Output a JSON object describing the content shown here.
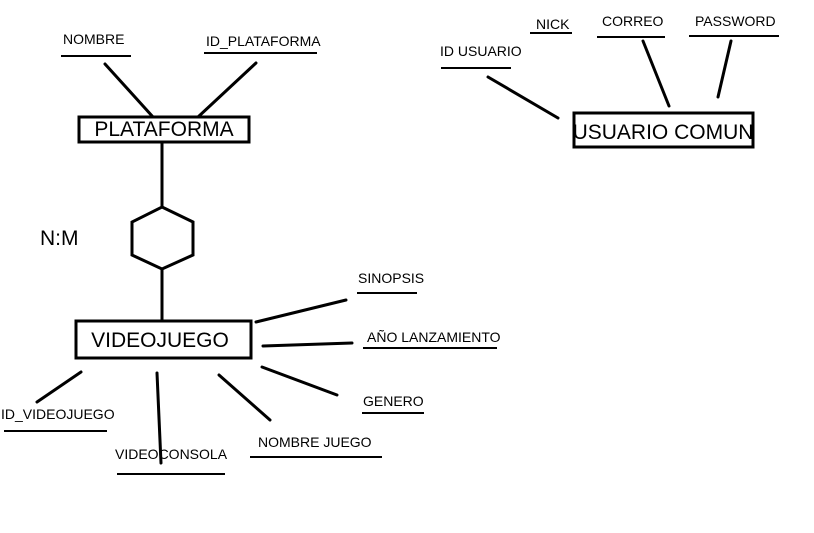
{
  "entities": {
    "plataforma": "PLATAFORMA",
    "videojuego": "VIDEOJUEGO",
    "usuario_comun": "USUARIO COMUN"
  },
  "relationship": {
    "cardinality": "N:M"
  },
  "attributes": {
    "plataforma": {
      "nombre": "NOMBRE",
      "id_plataforma": "ID_PLATAFORMA"
    },
    "videojuego": {
      "sinopsis": "SINOPSIS",
      "anio_lanzamiento": "AÑO LANZAMIENTO",
      "genero": "GENERO",
      "nombre_juego": "NOMBRE JUEGO",
      "videoconsola": "VIDEOCONSOLA",
      "id_videojuego": "ID_VIDEOJUEGO"
    },
    "usuario_comun": {
      "id_usuario": "ID USUARIO",
      "nick": "NICK",
      "correo": "CORREO",
      "password": "PASSWORD"
    }
  }
}
